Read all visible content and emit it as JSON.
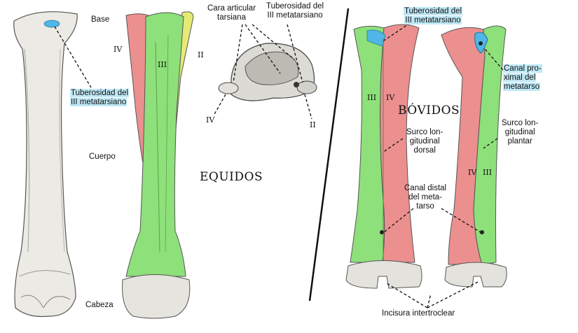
{
  "colors": {
    "bone": "#e9e7e1",
    "bone_shadow": "#9a9690",
    "green": "#8ee07a",
    "red": "#ec8f8f",
    "yellow": "#e6ea74",
    "highlight": "#bfe8f6",
    "tuberosity": "#4fb6e6"
  },
  "equidos": {
    "title": "EQUIDOS",
    "base": "Base",
    "cuerpo": "Cuerpo",
    "cabeza": "Cabeza",
    "tuberosidad_line1": "Tuberosidad del",
    "tuberosidad_line2": "III metatarsiano",
    "roman_iv": "IV",
    "roman_iii": "III",
    "roman_ii": "II"
  },
  "proximal_view": {
    "cara_line1": "Cara articular",
    "cara_line2": "tarsiana",
    "tub_line1": "Tuberosidad del",
    "tub_line2": "III metatarsiano",
    "roman_iv": "IV",
    "roman_ii": "II"
  },
  "bovidos": {
    "title": "BÓVIDOS",
    "tub_line1": "Tuberosidad del",
    "tub_line2": "III metatarsiano",
    "canal_proximal": [
      "Canal pro-",
      "ximal del",
      "metatarso"
    ],
    "surco_dorsal": [
      "Surco lon-",
      "gitudinal",
      "dorsal"
    ],
    "surco_plantar": [
      "Surco lon-",
      "gitudinal",
      "plantar"
    ],
    "canal_distal": [
      "Canal distal",
      "del meta-",
      "tarso"
    ],
    "incisura": "Incisura intertroclear",
    "roman_iii_left": "III",
    "roman_iv_left": "IV",
    "roman_iv_right": "IV",
    "roman_iii_right": "III"
  }
}
